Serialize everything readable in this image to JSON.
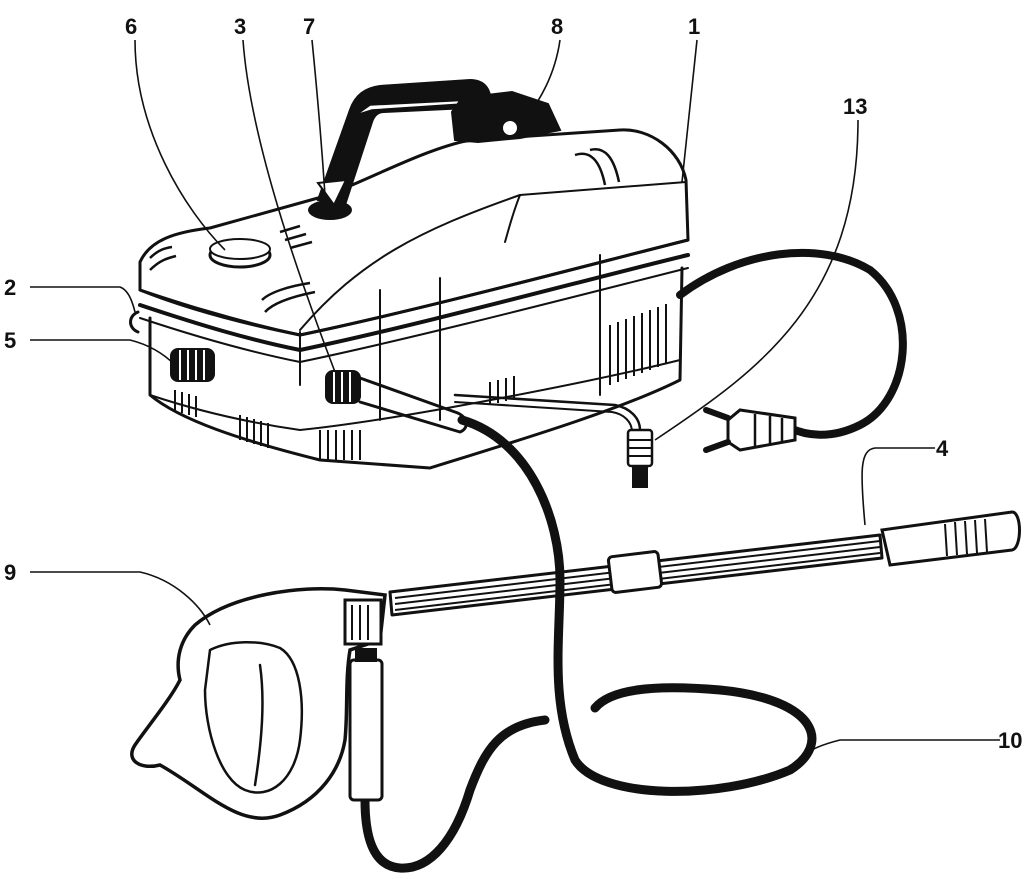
{
  "diagram": {
    "callouts": [
      {
        "id": "c1",
        "label": "1"
      },
      {
        "id": "c2",
        "label": "2"
      },
      {
        "id": "c3",
        "label": "3"
      },
      {
        "id": "c4",
        "label": "4"
      },
      {
        "id": "c5",
        "label": "5"
      },
      {
        "id": "c6",
        "label": "6"
      },
      {
        "id": "c7",
        "label": "7"
      },
      {
        "id": "c8",
        "label": "8"
      },
      {
        "id": "c9",
        "label": "9"
      },
      {
        "id": "c10",
        "label": "10"
      },
      {
        "id": "c13",
        "label": "13"
      }
    ],
    "colors": {
      "ink": "#111111",
      "paper": "#ffffff"
    }
  }
}
